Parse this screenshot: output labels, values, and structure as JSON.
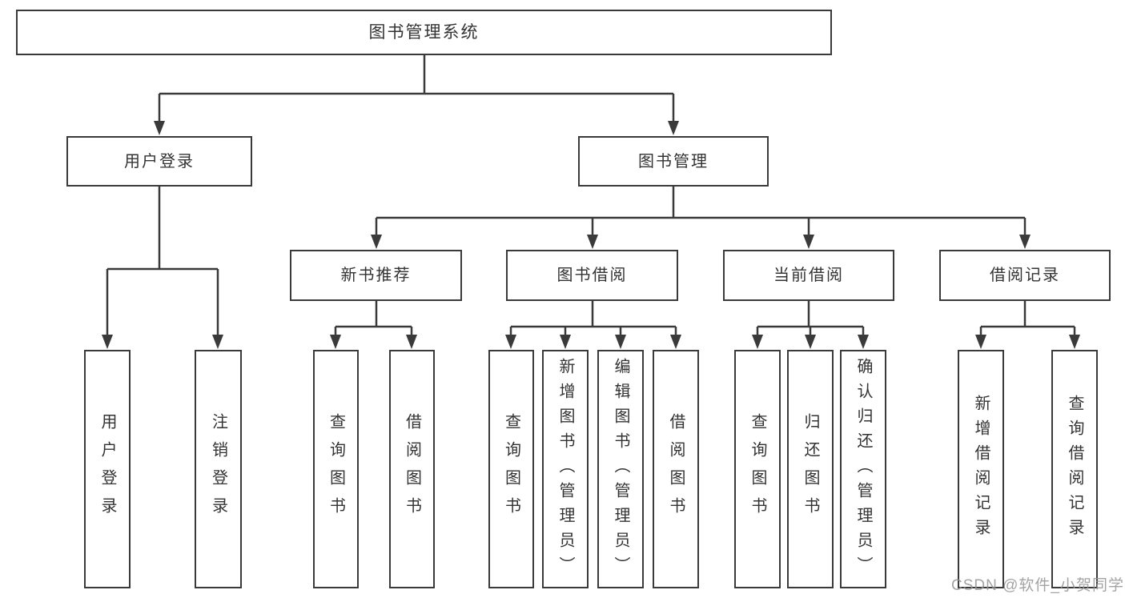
{
  "colors": {
    "line": "#3a3a3a",
    "text": "#333333",
    "box_background": "#ffffff",
    "watermark_text": "#969696"
  },
  "watermark": "CSDN @软件_小贺同学",
  "tree": {
    "label": "图书管理系统",
    "children": [
      {
        "label": "用户登录",
        "children": [
          {
            "label": "用户登录"
          },
          {
            "label": "注销登录"
          }
        ]
      },
      {
        "label": "图书管理",
        "children": [
          {
            "label": "新书推荐",
            "children": [
              {
                "label": "查询图书"
              },
              {
                "label": "借阅图书"
              }
            ]
          },
          {
            "label": "图书借阅",
            "children": [
              {
                "label": "查询图书"
              },
              {
                "label": "新增图书（管理员）"
              },
              {
                "label": "编辑图书（管理员）"
              },
              {
                "label": "借阅图书"
              }
            ]
          },
          {
            "label": "当前借阅",
            "children": [
              {
                "label": "查询图书"
              },
              {
                "label": "归还图书"
              },
              {
                "label": "确认归还（管理员）"
              }
            ]
          },
          {
            "label": "借阅记录",
            "children": [
              {
                "label": "新增借阅记录"
              },
              {
                "label": "查询借阅记录"
              }
            ]
          }
        ]
      }
    ]
  }
}
